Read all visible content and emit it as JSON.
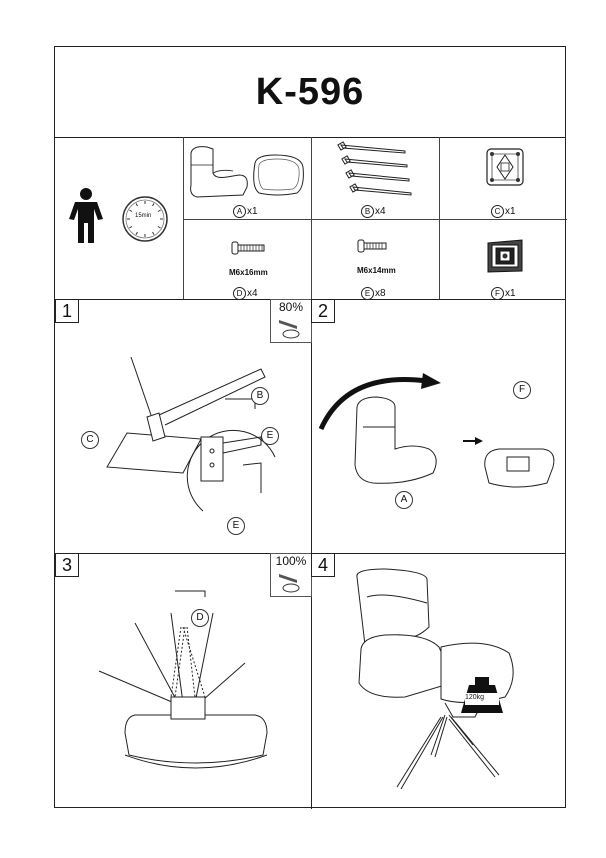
{
  "title": "K-596",
  "time_label": "15min",
  "parts": [
    {
      "letter": "A",
      "qty": "x1"
    },
    {
      "letter": "B",
      "qty": "x4"
    },
    {
      "letter": "C",
      "qty": "x1"
    },
    {
      "letter": "D",
      "qty": "x4",
      "size": "M6x16mm"
    },
    {
      "letter": "E",
      "qty": "x8",
      "size": "M6x14mm"
    },
    {
      "letter": "F",
      "qty": "x1"
    }
  ],
  "steps": [
    {
      "number": "1",
      "tightness": "80%",
      "callouts": [
        "B",
        "C",
        "E",
        "E"
      ]
    },
    {
      "number": "2",
      "callouts": [
        "F",
        "A"
      ]
    },
    {
      "number": "3",
      "tightness": "100%",
      "callouts": [
        "D"
      ]
    },
    {
      "number": "4",
      "load_label": "120kg"
    }
  ]
}
